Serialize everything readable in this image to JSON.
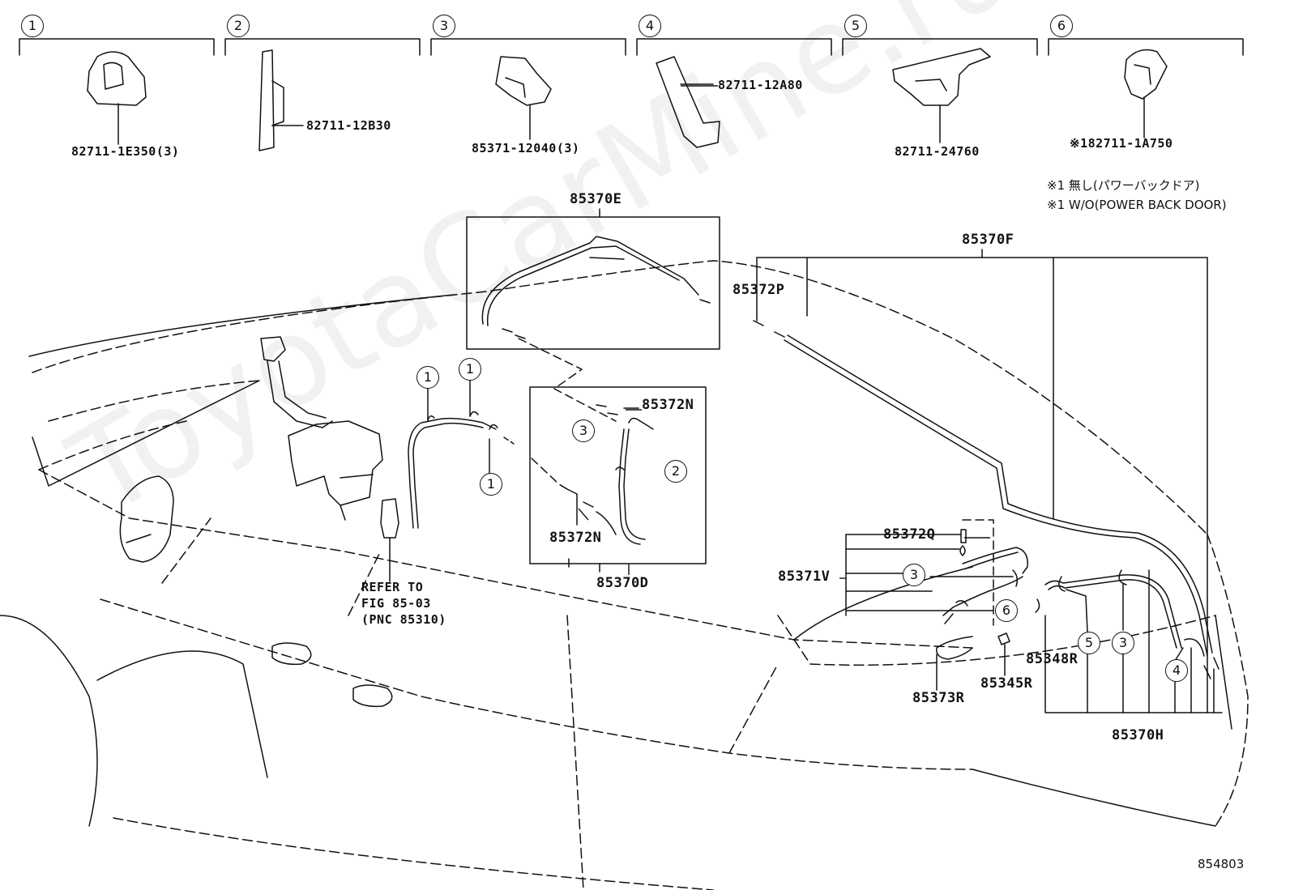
{
  "legend": [
    {
      "num": "1",
      "part": "82711-1E350(3)"
    },
    {
      "num": "2",
      "part": "82711-12B30"
    },
    {
      "num": "3",
      "part": "85371-12040(3)"
    },
    {
      "num": "4",
      "part": "82711-12A80"
    },
    {
      "num": "5",
      "part": "82711-24760"
    },
    {
      "num": "6",
      "part": "※182711-1A750"
    }
  ],
  "notes": {
    "jp": "※1 無し(パワーバックドア)",
    "en": "※1 W/O(POWER BACK DOOR)"
  },
  "parts": {
    "p85370E": "85370E",
    "p85370F": "85370F",
    "p85372P": "85372P",
    "p85372N_top": "85372N",
    "p85372N_bottom": "85372N",
    "p85370D": "85370D",
    "p85372Q": "85372Q",
    "p85371V": "85371V",
    "p85348R": "85348R",
    "p85373R": "85373R",
    "p85345R": "85345R",
    "p85370H": "85370H"
  },
  "refer": {
    "line1": "REFER TO",
    "line2": "FIG 85-03",
    "line3": "(PNC 85310)"
  },
  "callouts": {
    "c1": "1",
    "c2": "2",
    "c3": "3",
    "c4": "4",
    "c5": "5",
    "c6": "6"
  },
  "figure_id": "854803",
  "watermark": "ToyotaCarMine.ru"
}
